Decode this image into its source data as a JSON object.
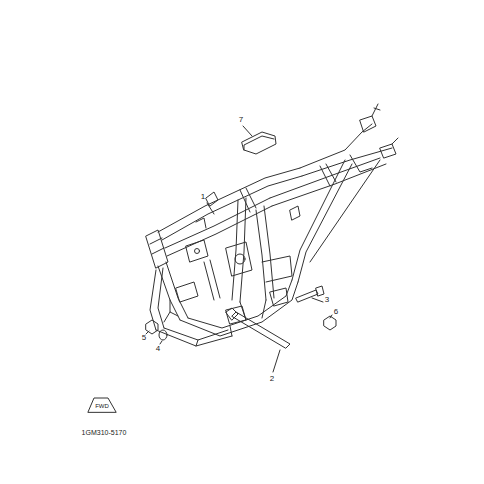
{
  "diagram": {
    "labels": [
      "7",
      "1",
      "3",
      "6",
      "5",
      "4",
      "2",
      "FWD",
      "1GM310-5170"
    ]
  }
}
